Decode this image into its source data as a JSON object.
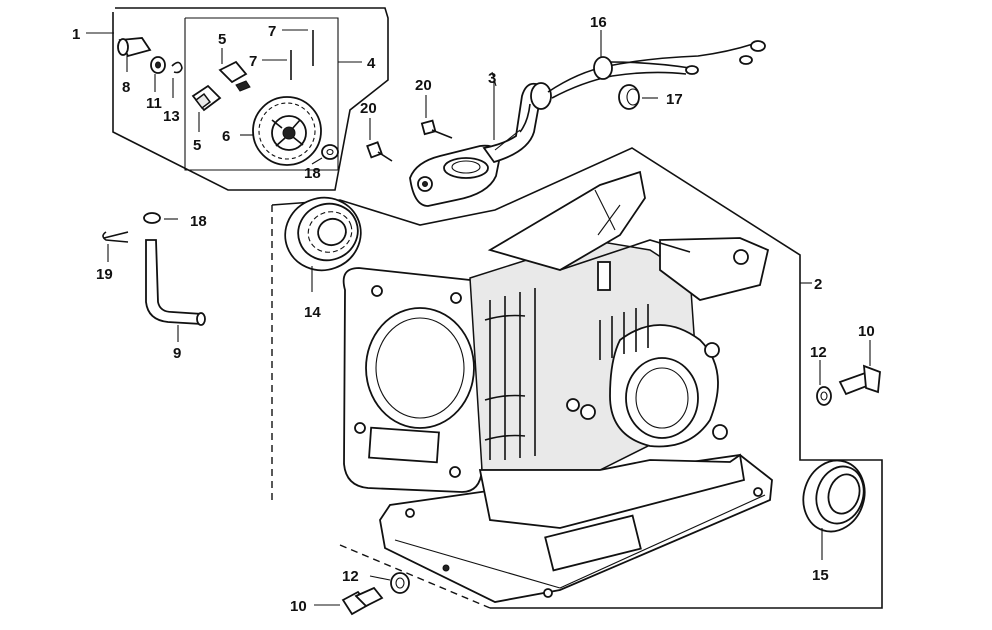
{
  "callouts": [
    {
      "id": "c1",
      "text": "1"
    },
    {
      "id": "c2",
      "text": "2"
    },
    {
      "id": "c3",
      "text": "3"
    },
    {
      "id": "c4",
      "text": "4"
    },
    {
      "id": "c5a",
      "text": "5"
    },
    {
      "id": "c5b",
      "text": "5"
    },
    {
      "id": "c6",
      "text": "6"
    },
    {
      "id": "c7a",
      "text": "7"
    },
    {
      "id": "c7b",
      "text": "7"
    },
    {
      "id": "c8",
      "text": "8"
    },
    {
      "id": "c9",
      "text": "9"
    },
    {
      "id": "c10a",
      "text": "10"
    },
    {
      "id": "c10b",
      "text": "10"
    },
    {
      "id": "c11",
      "text": "11"
    },
    {
      "id": "c12a",
      "text": "12"
    },
    {
      "id": "c12b",
      "text": "12"
    },
    {
      "id": "c13",
      "text": "13"
    },
    {
      "id": "c14",
      "text": "14"
    },
    {
      "id": "c15",
      "text": "15"
    },
    {
      "id": "c16",
      "text": "16"
    },
    {
      "id": "c17",
      "text": "17"
    },
    {
      "id": "c18a",
      "text": "18"
    },
    {
      "id": "c18b",
      "text": "18"
    },
    {
      "id": "c19",
      "text": "19"
    },
    {
      "id": "c20a",
      "text": "20"
    },
    {
      "id": "c20b",
      "text": "20"
    }
  ]
}
